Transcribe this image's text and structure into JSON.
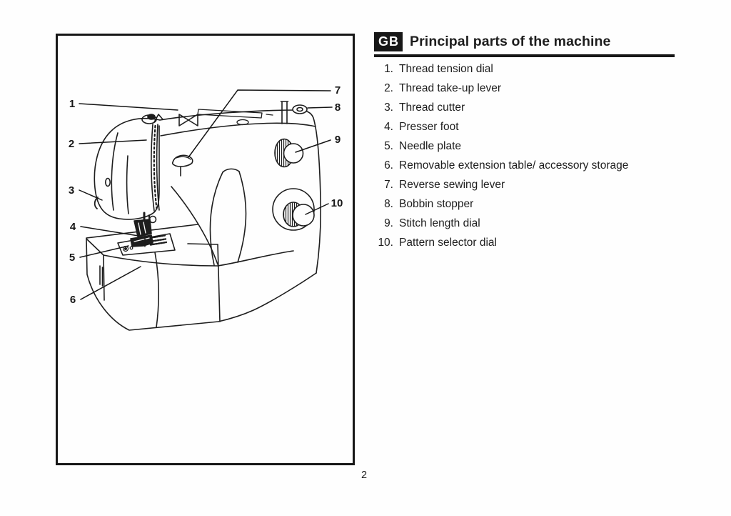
{
  "header": {
    "badge": "GB",
    "title": "Principal parts of the machine"
  },
  "parts_list": [
    {
      "num": "1.",
      "label": "Thread tension dial"
    },
    {
      "num": "2.",
      "label": "Thread take-up lever"
    },
    {
      "num": "3.",
      "label": "Thread cutter"
    },
    {
      "num": "4.",
      "label": "Presser foot"
    },
    {
      "num": "5.",
      "label": "Needle plate"
    },
    {
      "num": "6.",
      "label": "Removable extension table/ accessory storage"
    },
    {
      "num": "7.",
      "label": "Reverse sewing lever"
    },
    {
      "num": "8.",
      "label": "Bobbin stopper"
    },
    {
      "num": "9.",
      "label": "Stitch length dial"
    },
    {
      "num": "10.",
      "label": "Pattern selector dial"
    }
  ],
  "diagram": {
    "callouts": [
      "1",
      "2",
      "3",
      "4",
      "5",
      "6",
      "7",
      "8",
      "9",
      "10"
    ]
  },
  "page": {
    "number": "2"
  },
  "colors": {
    "ink": "#1d1d1d",
    "paper": "#fefefe"
  }
}
